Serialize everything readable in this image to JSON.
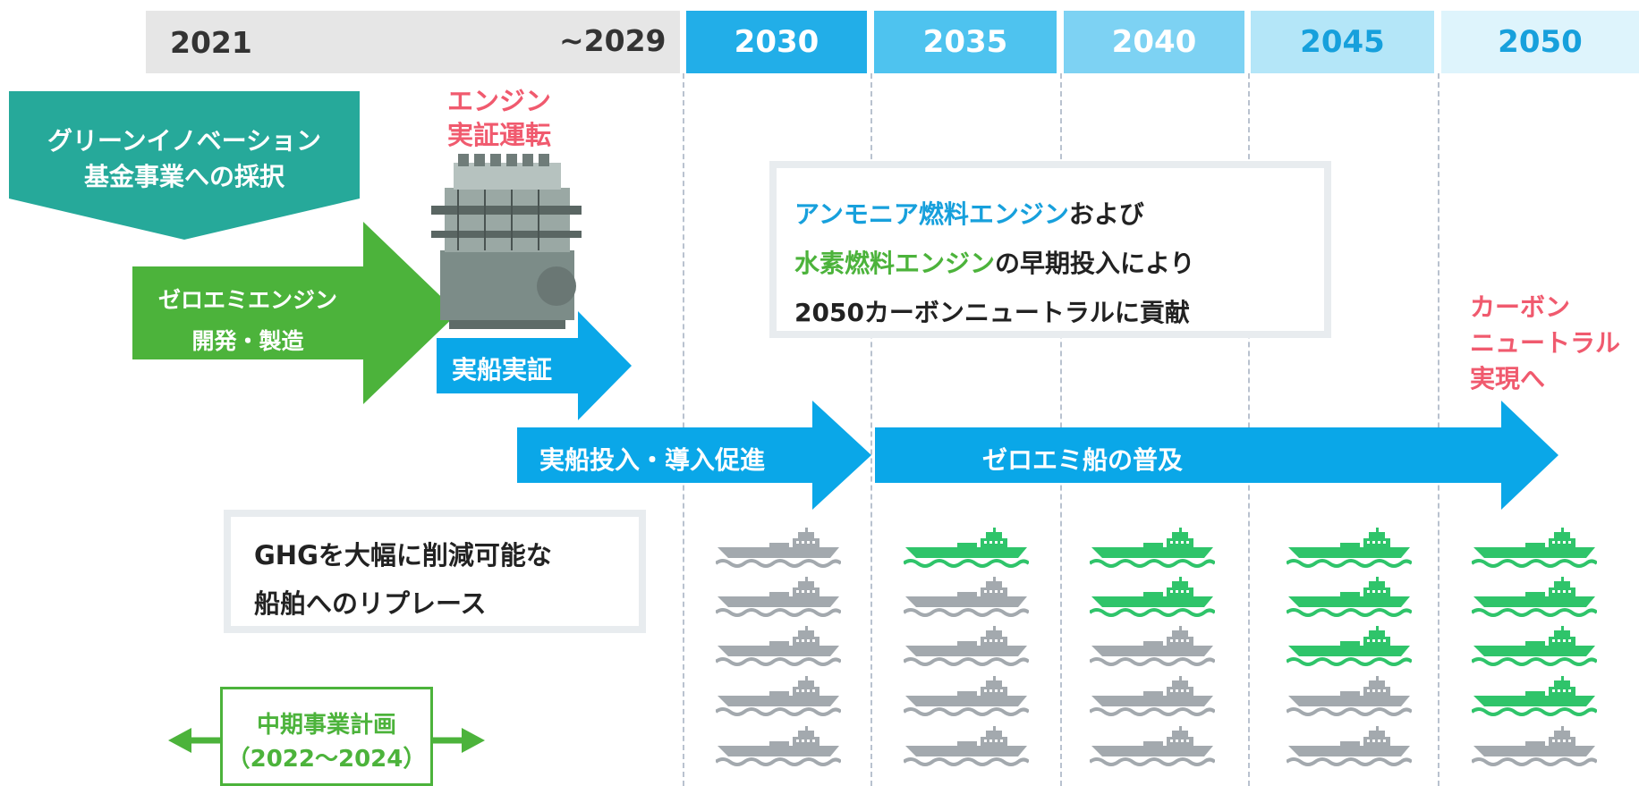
{
  "timeline": {
    "start_label": "2021",
    "end_label": "~2029",
    "columns": [
      "2030",
      "2035",
      "2040",
      "2045",
      "2050"
    ],
    "column_colors": [
      "#22aee8",
      "#4ec3ef",
      "#7dd2f3",
      "#b4e6f8",
      "#def4fc"
    ],
    "column_text_colors": [
      "#ffffff",
      "#ffffff",
      "#ffffff",
      "#17a0dc",
      "#17a0dc"
    ]
  },
  "pentagon_label_lines": [
    "グリーンイノベーション",
    "基金事業への採択"
  ],
  "engine_trial_lines": [
    "エンジン",
    "実証運転"
  ],
  "zero_emi_engine_lines": [
    "ゼロエミエンジン",
    "開発・製造"
  ],
  "ship_demo_label": "実船実証",
  "ship_intro_label": "実船投入・導入促進",
  "zero_emi_spread_label": "ゼロエミ船の普及",
  "callout": {
    "line1_highlight": "アンモニア燃料エンジン",
    "line1_rest": "および",
    "line2_highlight": "水素燃料エンジン",
    "line2_rest": "の早期投入により",
    "line3": "2050カーボンニュートラルに貢献"
  },
  "carbon_neutral_lines": [
    "カーボン",
    "ニュートラル",
    "実現へ"
  ],
  "replace_box_lines": [
    "GHGを大幅に削減可能な",
    "船舶へのリプレース"
  ],
  "mid_plan_lines": [
    "中期事業計画",
    "（2022〜2024）"
  ],
  "colors": {
    "teal": "#26a99a",
    "green": "#4cb33b",
    "blue": "#0aa7e8",
    "red": "#f05a6e",
    "gray_ship": "#a3a9ae",
    "green_ship": "#2fc46a"
  },
  "ship_grid": [
    {
      "column": "2030",
      "green_count": 0,
      "total": 5
    },
    {
      "column": "2035",
      "green_count": 1,
      "total": 5
    },
    {
      "column": "2040",
      "green_count": 2,
      "total": 5
    },
    {
      "column": "2045",
      "green_count": 3,
      "total": 5
    },
    {
      "column": "2050",
      "green_count": 4,
      "total": 5
    }
  ]
}
